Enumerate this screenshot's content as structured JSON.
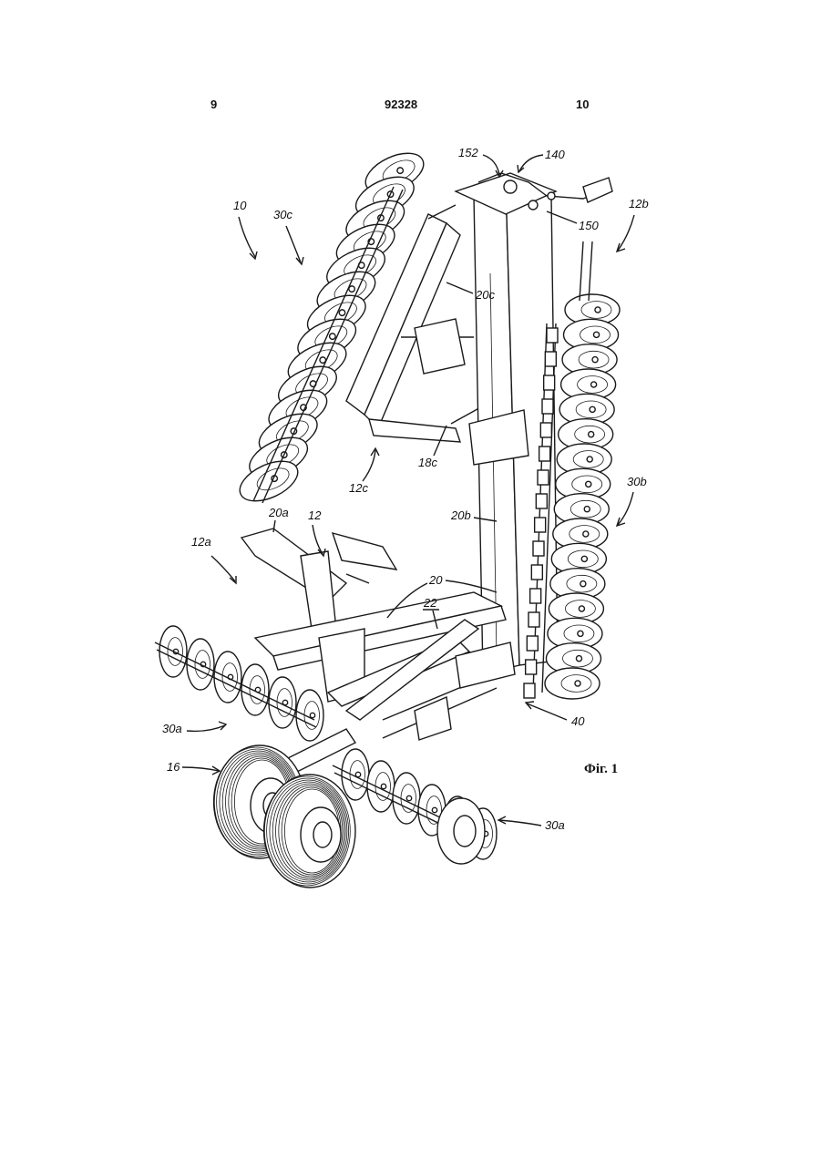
{
  "header": {
    "page_left": "9",
    "patent_number": "92328",
    "page_right": "10"
  },
  "figure": {
    "caption": "Фіг. 1",
    "labels": {
      "l10": "10",
      "l30c": "30c",
      "l152": "152",
      "l140": "140",
      "l150": "150",
      "l12b": "12b",
      "l20c": "20c",
      "l18c": "18c",
      "l12c": "12c",
      "l30b": "30b",
      "l20a": "20a",
      "l12": "12",
      "l20b": "20b",
      "l12a": "12a",
      "l20": "20",
      "l22": "22",
      "l30a_left": "30a",
      "l40": "40",
      "l16": "16",
      "l30a_right": "30a"
    }
  }
}
